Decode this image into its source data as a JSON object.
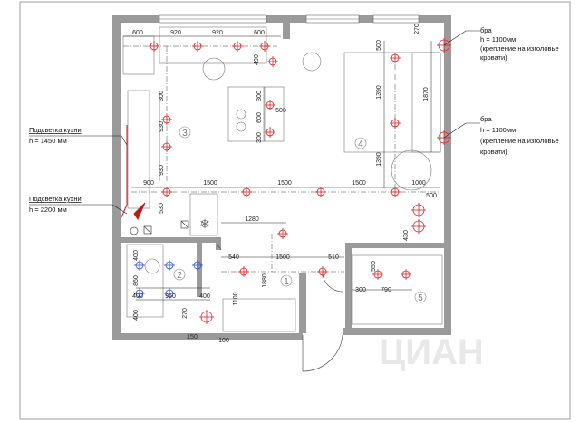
{
  "annotations": {
    "bra_top": [
      "бра",
      "h = 1100мм",
      "(крепление на изголовье",
      "кровати)"
    ],
    "bra_right": [
      "бра",
      "h = 1100мм",
      "(крепление на изголовье",
      "кровати)"
    ],
    "kitchen_light_1": [
      "Подсветка кухни",
      "h = 1450 мм"
    ],
    "kitchen_light_2": [
      "Подсветка кухни",
      "h = 2200 мм"
    ]
  },
  "rooms": [
    "1",
    "2",
    "3",
    "4",
    "5"
  ],
  "dimensions": {
    "top_600_left": "600",
    "top_920_a": "920",
    "top_920_b": "920",
    "top_600_right": "600",
    "v_490": "490",
    "v_300_a": "300",
    "v_600": "600",
    "v_300_b": "300",
    "h_500": "500",
    "v_300_left": "300",
    "v_930_a": "930",
    "v_930_b": "930",
    "h_900": "900",
    "h_1500_a": "1500",
    "h_1500_b": "1500",
    "h_1500_c": "1500",
    "h_1000": "1000",
    "h_500_right": "500",
    "v_530": "530",
    "h_1280": "1280",
    "v_500_bed": "500",
    "v_1390_a": "1390",
    "v_1870": "1870",
    "v_1390_b": "1390",
    "v_270": "270",
    "v_430": "430",
    "h_540": "540",
    "h_1500_hall": "1500",
    "h_510": "510",
    "v_1880": "1880",
    "v_1100": "1100",
    "v_550": "550",
    "h_300": "300",
    "h_790": "790",
    "v_400_a": "400",
    "v_860": "860",
    "h_400_a": "400",
    "h_960": "960",
    "h_400_b": "400",
    "v_400_b": "400",
    "v_270_bath": "270",
    "h_150": "150",
    "h_100": "100"
  },
  "colors": {
    "wall": "#9a9a9a",
    "line": "#555555",
    "light_fixture": "#e02020",
    "bath_fixture": "#2c4fd6",
    "dim_line": "#222222"
  },
  "watermark": "ЦИАН"
}
